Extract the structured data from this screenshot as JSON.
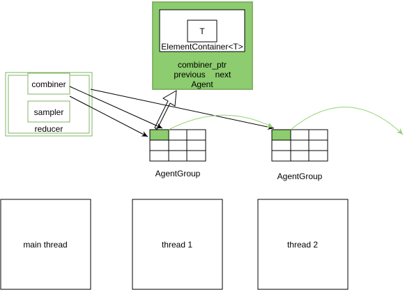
{
  "reducer": {
    "label": "reducer",
    "combiner_label": "combiner",
    "sampler_label": "sampler"
  },
  "agent": {
    "inner_type_label": "T",
    "container_label": "ElementContainer<T>",
    "combiner_ptr_label": "combiner_ptr",
    "previous_label": "previous",
    "next_label": "next",
    "agent_label": "Agent"
  },
  "agent_groups": [
    {
      "label": "AgentGroup"
    },
    {
      "label": "AgentGroup"
    }
  ],
  "threads": [
    {
      "label": "main thread"
    },
    {
      "label": "thread 1"
    },
    {
      "label": "thread 2"
    }
  ],
  "colors": {
    "highlight_fill": "#8dcc6f",
    "highlight_stroke": "#82b366",
    "link_arrow": "#97d077",
    "reducer_stroke": "#82b366",
    "line": "#000000"
  }
}
